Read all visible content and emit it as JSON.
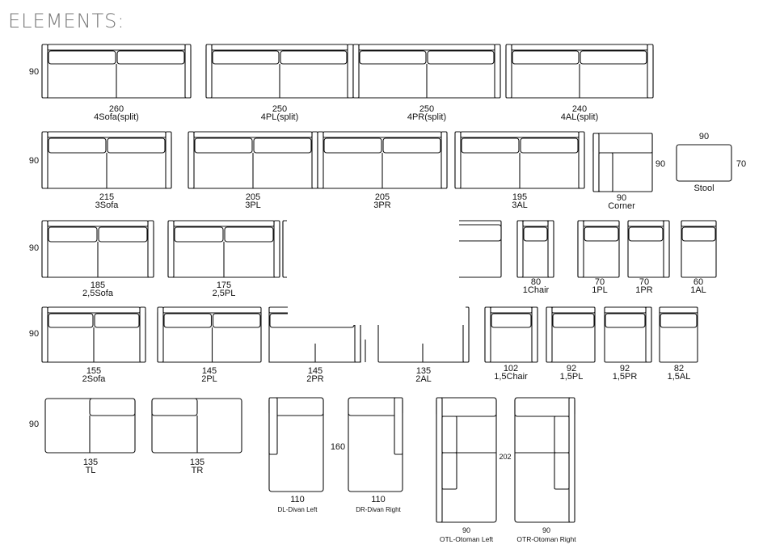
{
  "title": "ELEMENTS:",
  "rows": [
    {
      "depth_label": "90",
      "items": [
        {
          "width": "260",
          "name": "4Sofa(split)"
        },
        {
          "width": "250",
          "name": "4PL(split)"
        },
        {
          "width": "250",
          "name": "4PR(split)"
        },
        {
          "width": "240",
          "name": "4AL(split)"
        }
      ]
    },
    {
      "depth_label": "90",
      "items": [
        {
          "width": "215",
          "name": "3Sofa"
        },
        {
          "width": "205",
          "name": "3PL"
        },
        {
          "width": "205",
          "name": "3PR"
        },
        {
          "width": "195",
          "name": "3AL"
        },
        {
          "width": "90",
          "name": "Corner",
          "side_label": "90"
        },
        {
          "width": "90",
          "name": "Stool",
          "side_label": "70"
        }
      ]
    },
    {
      "depth_label": "90",
      "items": [
        {
          "width": "185",
          "name": "2,5Sofa"
        },
        {
          "width": "175",
          "name": "2,5PL"
        },
        {
          "width": "80",
          "name": "1Chair"
        },
        {
          "width": "70",
          "name": "1PL"
        },
        {
          "width": "70",
          "name": "1PR"
        },
        {
          "width": "60",
          "name": "1AL"
        }
      ]
    },
    {
      "depth_label": "90",
      "items": [
        {
          "width": "155",
          "name": "2Sofa"
        },
        {
          "width": "145",
          "name": "2PL"
        },
        {
          "width": "145",
          "name": "2PR"
        },
        {
          "width": "135",
          "name": "2AL"
        },
        {
          "width": "102",
          "name": "1,5Chair"
        },
        {
          "width": "92",
          "name": "1,5PL"
        },
        {
          "width": "92",
          "name": "1,5PR"
        },
        {
          "width": "82",
          "name": "1,5AL"
        }
      ]
    },
    {
      "depth_label": "90",
      "items": [
        {
          "width": "135",
          "name": "TL"
        },
        {
          "width": "135",
          "name": "TR"
        },
        {
          "width": "110",
          "name": "DL-Divan Left"
        },
        {
          "width": "110",
          "name": "DR-Divan Right"
        },
        {
          "width": "90",
          "name": "OTL-Otoman Left"
        },
        {
          "width": "90",
          "name": "OTR-Otoman Right"
        }
      ]
    }
  ],
  "divan_depth_label": "160",
  "otoman_depth_label": "202"
}
